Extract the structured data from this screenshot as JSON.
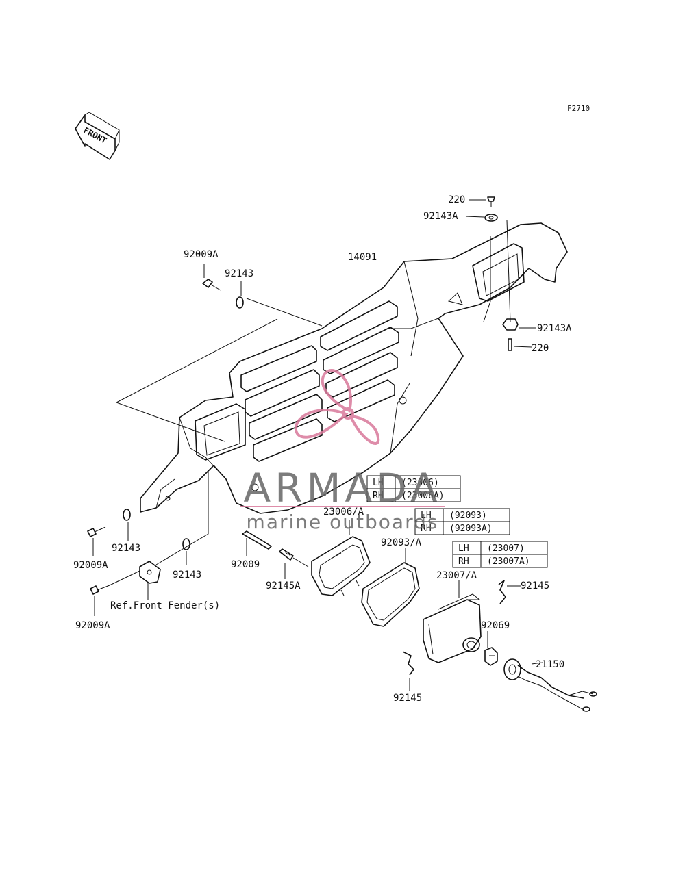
{
  "figure_code": "F2710",
  "front_label": "FRONT",
  "parts": {
    "p220_top": "220",
    "p92143A_top": "92143A",
    "p14091": "14091",
    "p92009A_top": "92009A",
    "p92143_top": "92143",
    "p92143A_right": "92143A",
    "p220_right": "220",
    "p92143_left": "92143",
    "p92009A_left": "92009A",
    "p92143_mid": "92143",
    "p92009": "92009",
    "p92145A": "92145A",
    "p23006A": "23006/A",
    "p92093A": "92093/A",
    "p23007A": "23007/A",
    "p92145_right": "92145",
    "p92069": "92069",
    "p21150": "21150",
    "p92145_bottom": "92145",
    "p92009A_bottom": "92009A",
    "ref_front_fender": "Ref.Front Fender(s)"
  },
  "tables": [
    {
      "rows": [
        {
          "side": "LH",
          "part": "(23006)"
        },
        {
          "side": "RH",
          "part": "(23006A)"
        }
      ]
    },
    {
      "rows": [
        {
          "side": "LH",
          "part": "(92093)"
        },
        {
          "side": "RH",
          "part": "(92093A)"
        }
      ]
    },
    {
      "rows": [
        {
          "side": "LH",
          "part": "(23007)"
        },
        {
          "side": "RH",
          "part": "(23007A)"
        }
      ]
    }
  ],
  "watermark": {
    "brand": "ARMADA",
    "tagline": "marine outboards",
    "colors": {
      "logo": "#d9799b",
      "text": "#6f6f6f"
    }
  }
}
